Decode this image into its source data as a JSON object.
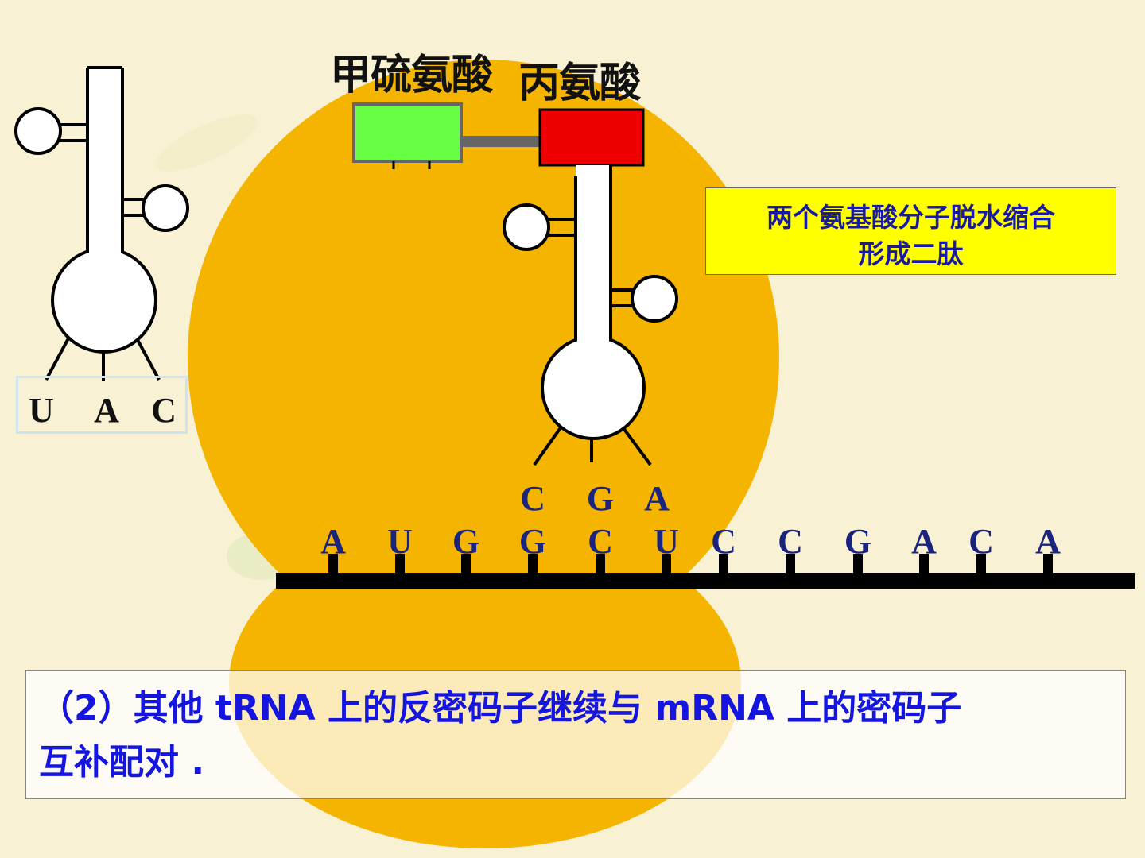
{
  "amino_acids": {
    "first": "甲硫氨酸",
    "second": "丙氨酸"
  },
  "note": {
    "line1": "两个氨基酸分子脱水缩合",
    "line2": "形成二肽"
  },
  "free_trna_anticodon": [
    "U",
    "A",
    "C"
  ],
  "bound_trna_anticodon": [
    "C",
    "G",
    "A"
  ],
  "mrna_bases": [
    "A",
    "U",
    "G",
    "G",
    "C",
    "U",
    "C",
    "C",
    "G",
    "A",
    "C",
    "A"
  ],
  "caption": {
    "line1": "（2）其他 tRNA 上的反密码子继续与  mRNA 上的密码子",
    "line2": "互补配对  ."
  },
  "colors": {
    "ribosome": "#f5b400",
    "background": "#f8f1d3",
    "amino_acid_1": "#66ff44",
    "amino_acid_2": "#ee0000",
    "note_bg": "#ffff00",
    "caption_text": "#1515e0"
  }
}
